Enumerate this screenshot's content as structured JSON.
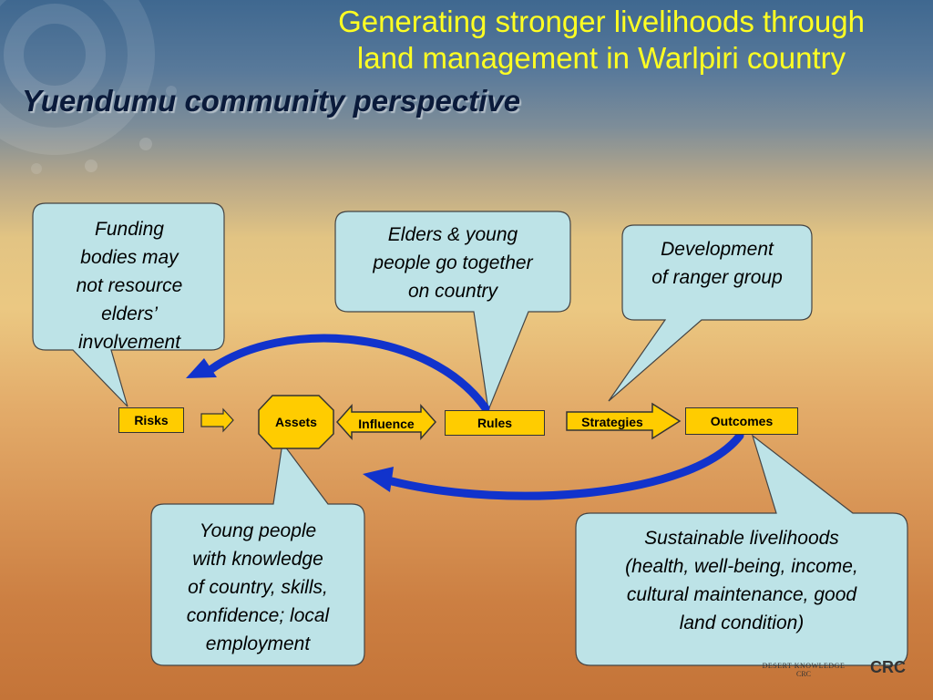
{
  "header": {
    "title_line1": "Generating stronger livelihoods through",
    "title_line2": "land management in Warlpiri country",
    "subtitle": "Yuendumu community perspective"
  },
  "diagram": {
    "nodes": {
      "risks": "Risks",
      "assets": "Assets",
      "influence": "Influence",
      "rules": "Rules",
      "strategies": "Strategies",
      "outcomes": "Outcomes"
    },
    "callouts": {
      "funding": [
        "Funding",
        "bodies may",
        "not resource",
        "elders’",
        "involvement"
      ],
      "elders": [
        "Elders & young",
        "people go together",
        "on country"
      ],
      "development": [
        "Development",
        "of ranger group"
      ],
      "young_people": [
        "Young people",
        "with knowledge",
        "of country, skills,",
        "confidence; local",
        "employment"
      ],
      "sustainable": [
        "Sustainable livelihoods",
        "(health, well-being, income,",
        "cultural maintenance, good",
        "land condition)"
      ]
    }
  },
  "logo": {
    "text1": "DESERT KNOWLEDGE",
    "text2": "CRC",
    "text3": "CRC"
  },
  "colors": {
    "title": "#ffff22",
    "node_fill": "#ffcc00",
    "callout_fill": "#bde3e7",
    "arrow": "#1133cc"
  }
}
